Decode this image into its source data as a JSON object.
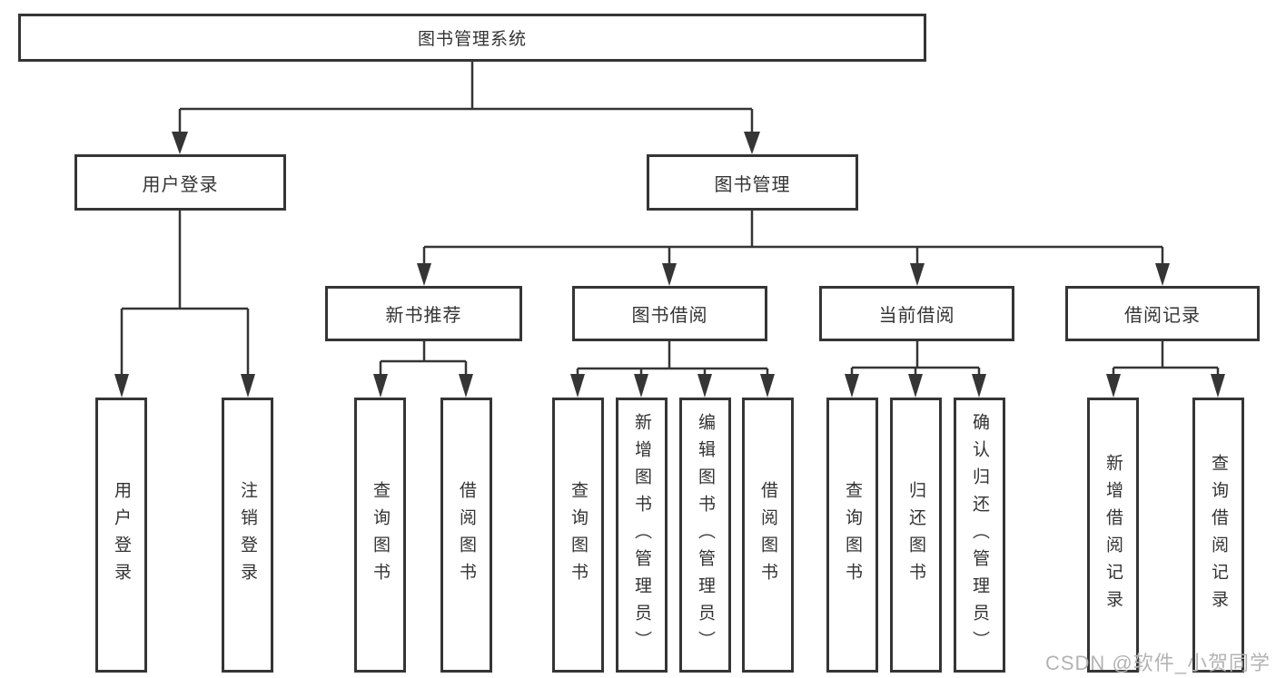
{
  "diagram": {
    "root": {
      "label": "图书管理系统"
    },
    "branches": [
      {
        "label": "用户登录",
        "children": [
          {
            "label": "用户登录"
          },
          {
            "label": "注销登录"
          }
        ]
      },
      {
        "label": "图书管理",
        "children": [
          {
            "label": "新书推荐",
            "children": [
              {
                "label": "查询图书"
              },
              {
                "label": "借阅图书"
              }
            ]
          },
          {
            "label": "图书借阅",
            "children": [
              {
                "label": "查询图书"
              },
              {
                "label": "新增图书（管理员）"
              },
              {
                "label": "编辑图书（管理员）"
              },
              {
                "label": "借阅图书"
              }
            ]
          },
          {
            "label": "当前借阅",
            "children": [
              {
                "label": "查询图书"
              },
              {
                "label": "归还图书"
              },
              {
                "label": "确认归还（管理员）"
              }
            ]
          },
          {
            "label": "借阅记录",
            "children": [
              {
                "label": "新增借阅记录"
              },
              {
                "label": "查询借阅记录"
              }
            ]
          }
        ]
      }
    ]
  },
  "watermark": {
    "text": "CSDN @软件_小贺同学"
  },
  "colors": {
    "line": "#353535",
    "box_border": "#353535",
    "text": "#333333",
    "watermark": "#b3b3b3",
    "background": "#ffffff"
  }
}
